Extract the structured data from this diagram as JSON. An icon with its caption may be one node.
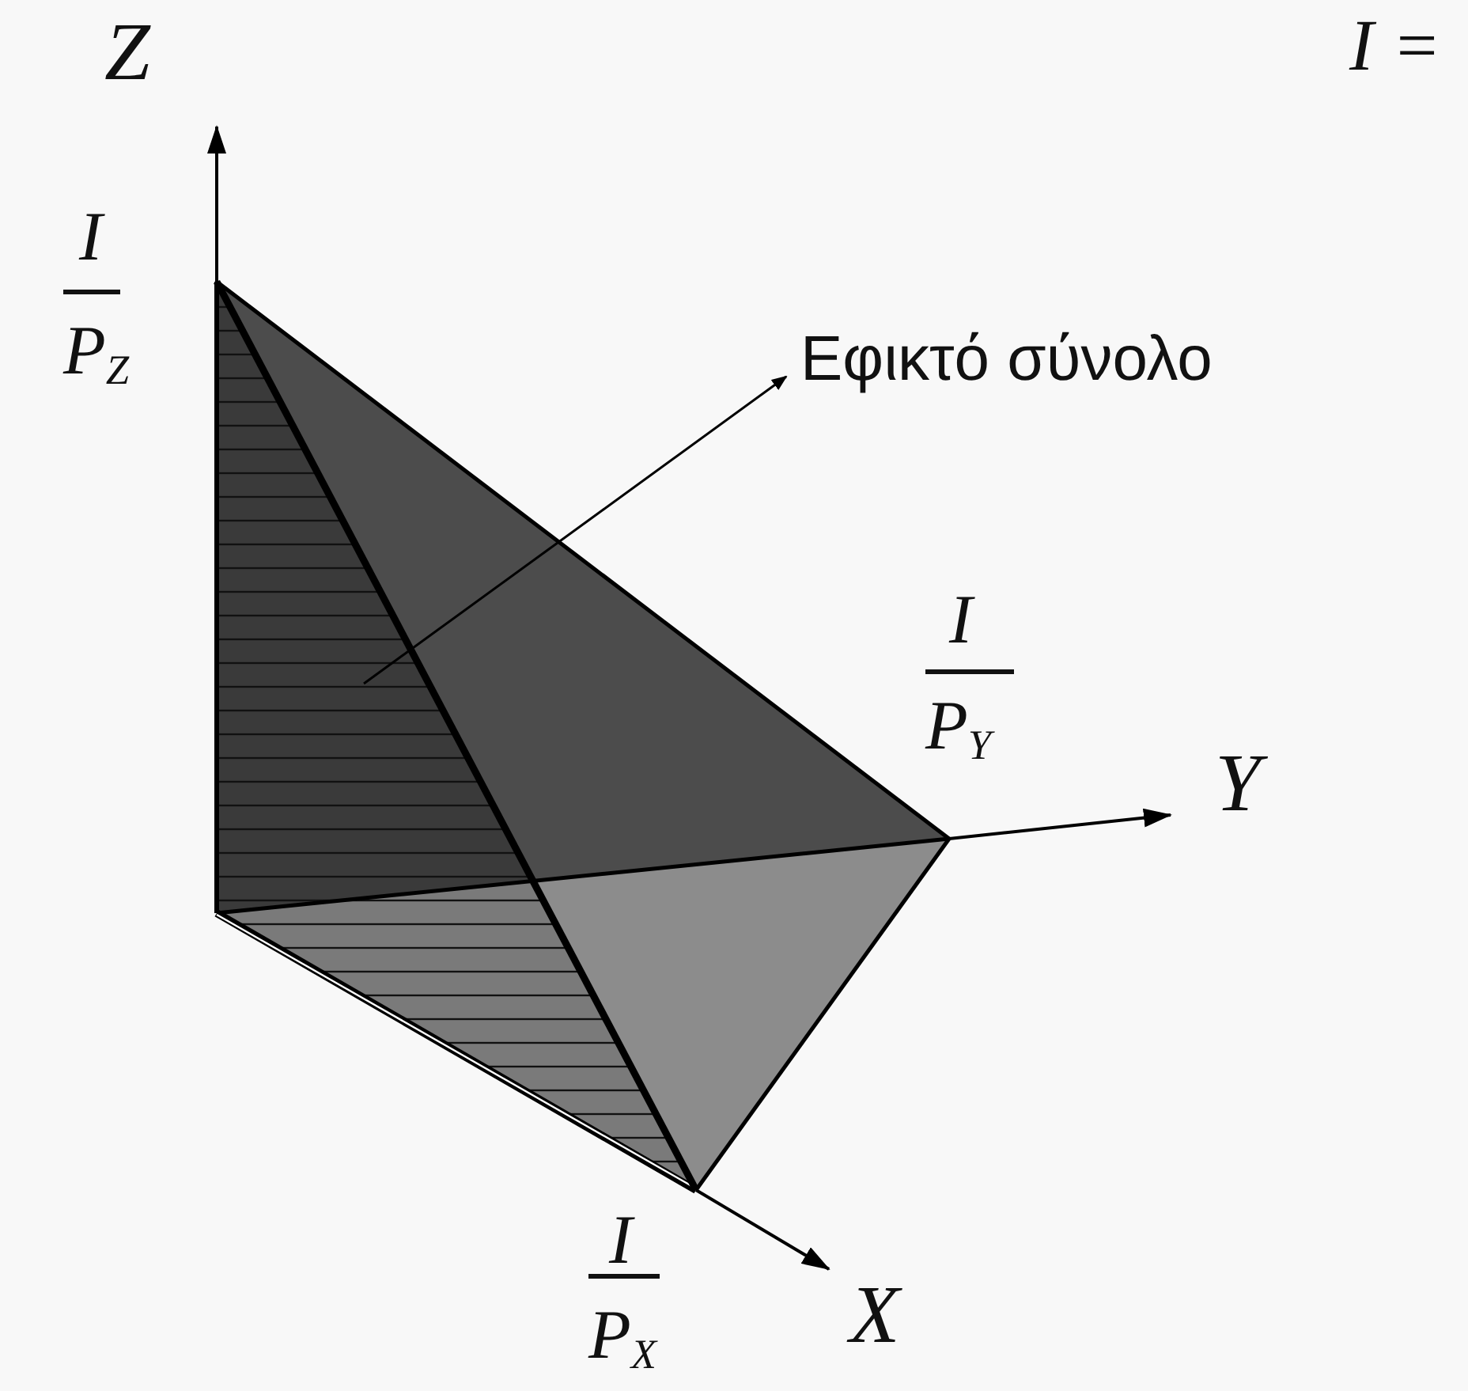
{
  "diagram": {
    "nodes": [
      {
        "text": [
          "Εφικτό σύνολο"
        ]
      },
      {
        "text": [],
        "shape": "picture"
      }
    ],
    "edges": [
      {
        "from": 1,
        "to": 0,
        "arrow": "to"
      }
    ],
    "labels": [
      "Z",
      "I =",
      "I",
      "P$_{Z}$",
      "I",
      "P$_{Y}$",
      "Y",
      "I",
      "P$_{X}$",
      "X"
    ]
  }
}
